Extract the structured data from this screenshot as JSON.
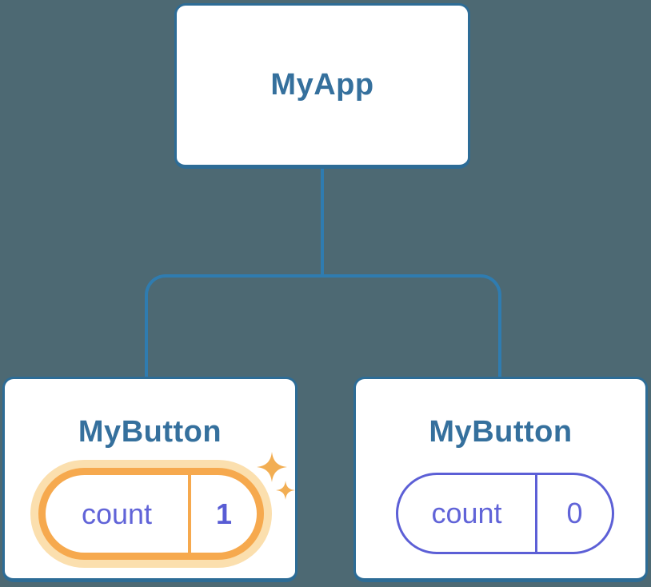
{
  "diagram": {
    "description": "React component tree with state",
    "root": {
      "label": "MyApp"
    },
    "children": [
      {
        "label": "MyButton",
        "state": {
          "name": "count",
          "value": "1"
        },
        "highlighted": true,
        "sparkles": true
      },
      {
        "label": "MyButton",
        "state": {
          "name": "count",
          "value": "0"
        },
        "highlighted": false,
        "sparkles": false
      }
    ]
  },
  "colors": {
    "background": "#4d6973",
    "node_fill": "#ffffff",
    "node_border": "#2d6c96",
    "connector": "#2f7cb0",
    "node_text": "#35709d",
    "state_text": "#6164d8",
    "state_value": "#585cd4",
    "pill_border": "#5c5fd6",
    "highlight": "#f6a94e",
    "highlight_glow": "#fbdfae",
    "sparkle": "#f2ae53"
  }
}
